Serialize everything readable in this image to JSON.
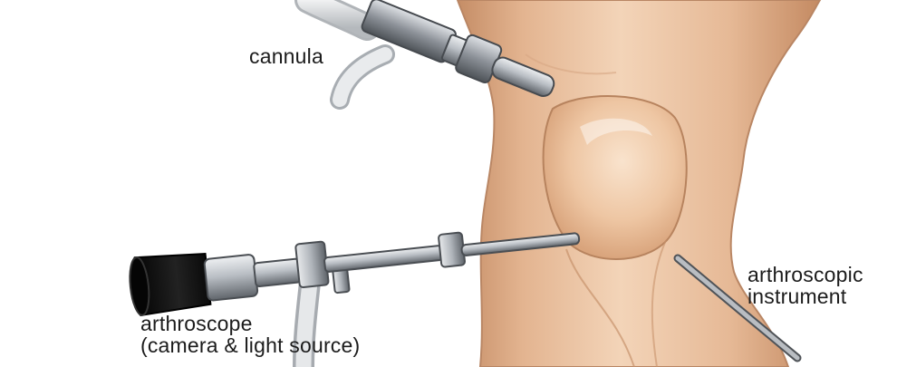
{
  "labels": {
    "cannula": "cannula",
    "arthroscope_line1": "arthroscope",
    "arthroscope_line2": "(camera & light source)",
    "instrument_line1": "arthroscopic",
    "instrument_line2": "instrument"
  },
  "colors": {
    "skin_mid": "#e8bf9b",
    "skin_light": "#f6dcc2",
    "skin_shadow": "#c9926a",
    "metal_light": "#d6d9dd",
    "metal_dark": "#6d7278",
    "eyepiece_black": "#111111",
    "label_text": "#1c1c1c"
  }
}
